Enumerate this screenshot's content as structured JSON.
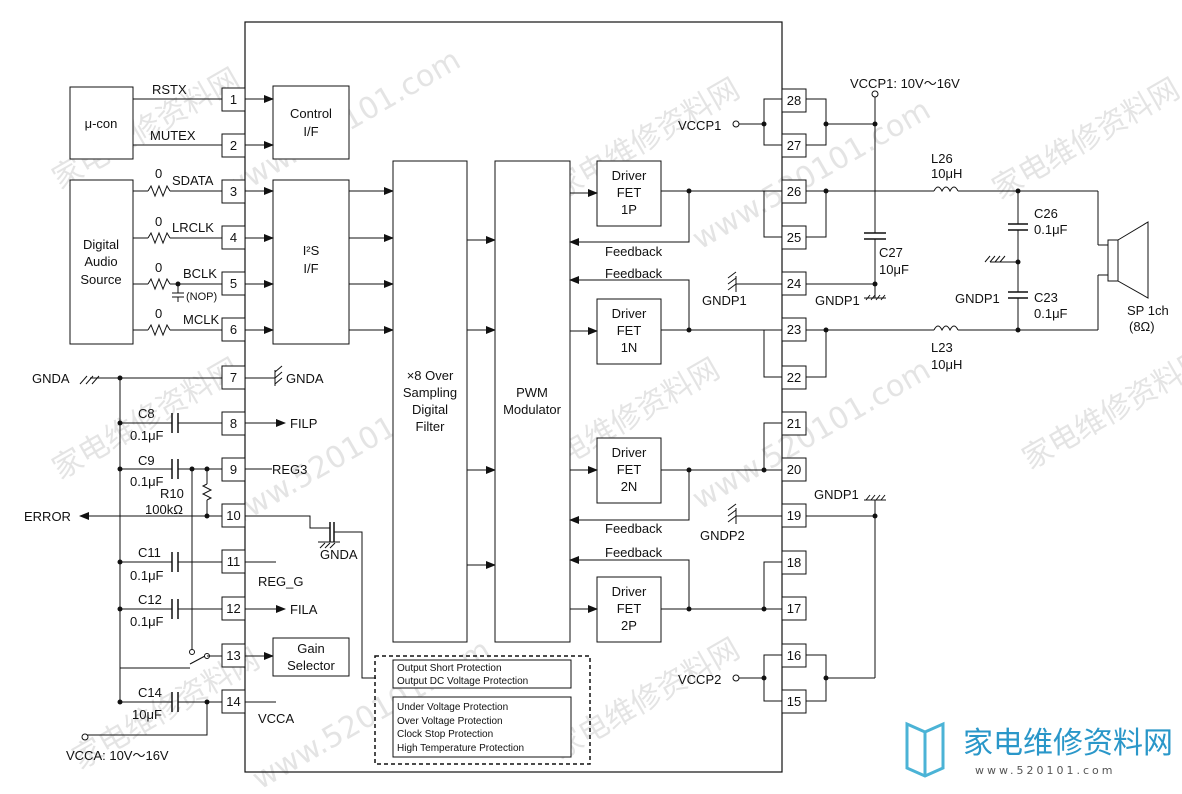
{
  "blocks": {
    "ucon": "μ-con",
    "digital_audio": [
      "Digital",
      "Audio",
      "Source"
    ],
    "control_if": [
      "Control",
      "I/F"
    ],
    "i2s_if": [
      "I²S",
      "I/F"
    ],
    "oversampling": [
      "×8 Over",
      "Sampling",
      "Digital",
      "Filter"
    ],
    "pwm": [
      "PWM",
      "Modulator"
    ],
    "gain_selector": [
      "Gain",
      "Selector"
    ],
    "driver_1p": [
      "Driver",
      "FET",
      "1P"
    ],
    "driver_1n": [
      "Driver",
      "FET",
      "1N"
    ],
    "driver_2n": [
      "Driver",
      "FET",
      "2N"
    ],
    "driver_2p": [
      "Driver",
      "FET",
      "2P"
    ]
  },
  "protection": {
    "box1": [
      "Output Short Protection",
      "Output DC Voltage Protection"
    ],
    "box2": [
      "Under Voltage Protection",
      "Over Voltage Protection",
      "Clock Stop Protection",
      "High Temperature Protection"
    ]
  },
  "left_pins": [
    "1",
    "2",
    "3",
    "4",
    "5",
    "6",
    "7",
    "8",
    "9",
    "10",
    "11",
    "12",
    "13",
    "14"
  ],
  "right_pins": [
    "28",
    "27",
    "26",
    "25",
    "24",
    "23",
    "22",
    "21",
    "20",
    "19",
    "18",
    "17",
    "16",
    "15"
  ],
  "signals": {
    "rstx": "RSTX",
    "mutex": "MUTEX",
    "sdata": "SDATA",
    "lrclk": "LRCLK",
    "bclk": "BCLK",
    "mclk": "MCLK",
    "nop": "(NOP)",
    "zero": "0",
    "gnda": "GNDA",
    "filp": "FILP",
    "reg3": "REG3",
    "error": "ERROR",
    "reg_g": "REG_G",
    "fila": "FILA",
    "vcca": "VCCA",
    "vcca_supply": "VCCA: 10V～16V",
    "r10": "R10",
    "r10_val": "100kΩ",
    "c8": "C8",
    "c9": "C9",
    "c11": "C11",
    "c12": "C12",
    "c14": "C14",
    "cap_01uf": "0.1μF",
    "cap_10uf": "10μF"
  },
  "right_side": {
    "vccp1_supply": "VCCP1: 10V～16V",
    "vccp1": "VCCP1",
    "vccp2": "VCCP2",
    "feedback": "Feedback",
    "gndp1": "GNDP1",
    "gndp2": "GNDP2",
    "l26": "L26",
    "l26_val": "10μH",
    "l23": "L23",
    "l23_val": "10μH",
    "c26": "C26",
    "c26_val": "0.1μF",
    "c23": "C23",
    "c23_val": "0.1μF",
    "c27": "C27",
    "c27_val": "10μF",
    "speaker": "SP 1ch",
    "speaker_ohm": "(8Ω)"
  },
  "watermark": {
    "cn": "家电维修资料网",
    "url": "www.520101.com",
    "logo_cn": "家电维修资料网",
    "logo_url": "www.520101.com"
  }
}
